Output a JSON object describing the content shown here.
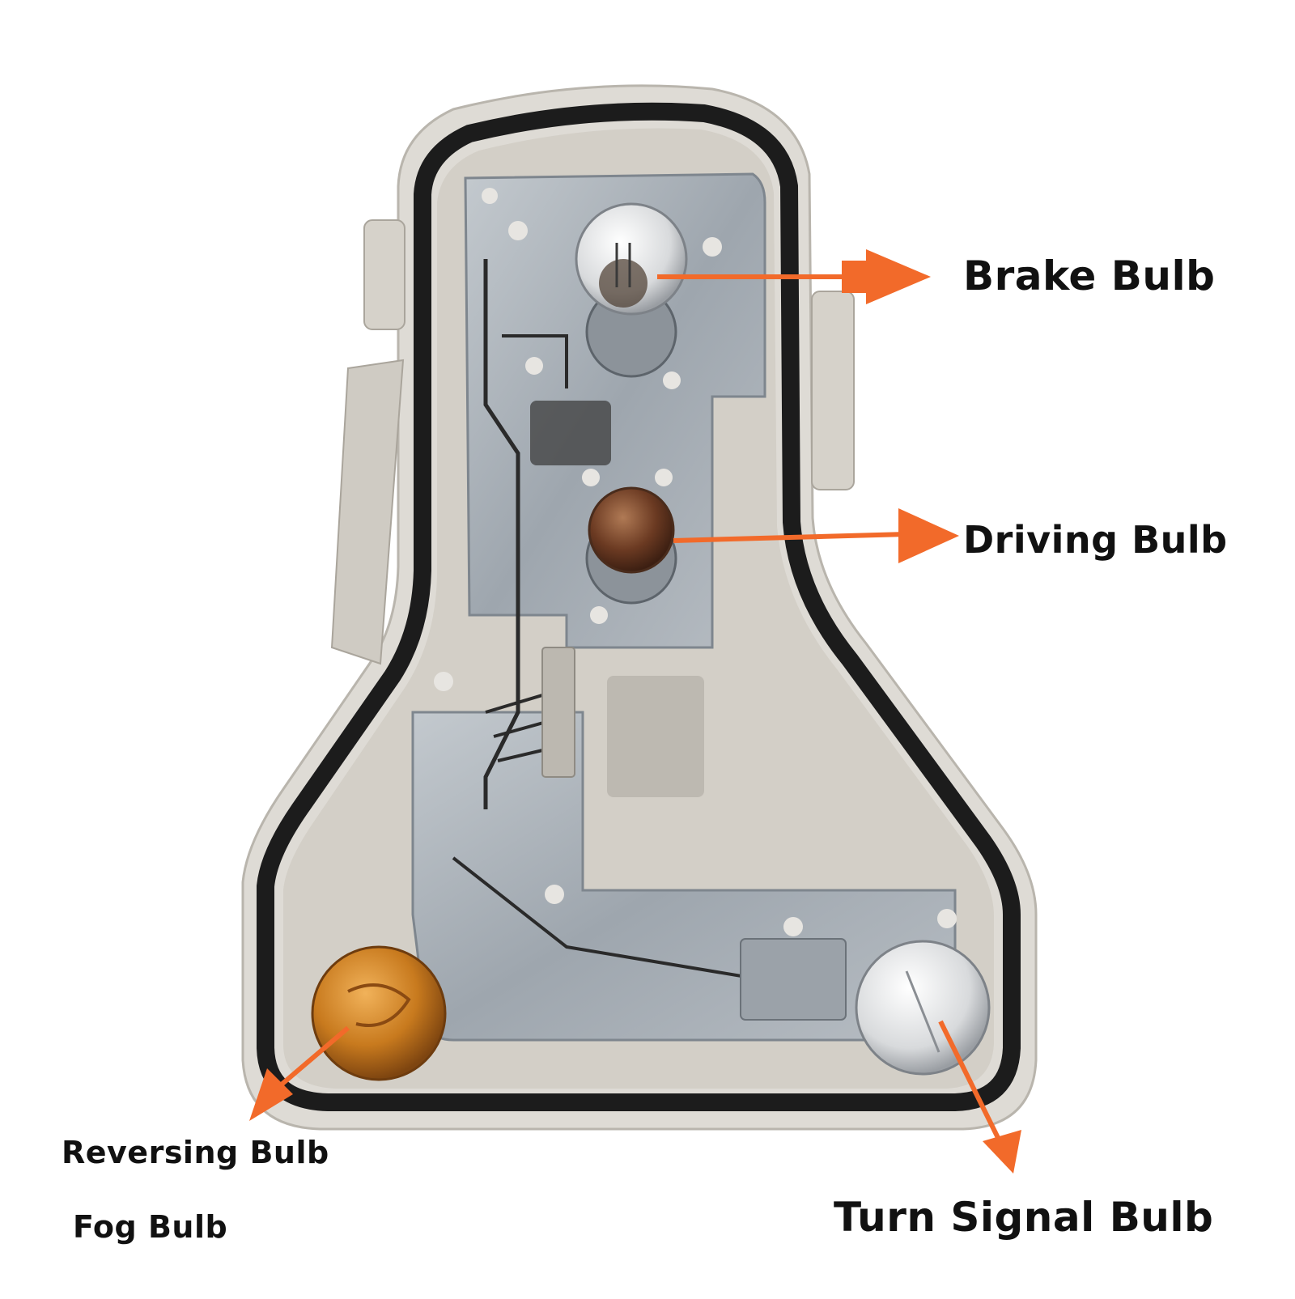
{
  "colors": {
    "background": "#ffffff",
    "housing": "#dedbd5",
    "gasket": "#1c1c1c",
    "inner_tray": "#c9c5be",
    "circuit_plate": "#a8b0b8",
    "bulb_clear": "#e6e8ea",
    "bulb_amber": "#c87a1e",
    "bulb_brown": "#6b3a22",
    "arrow": "#f26a2a",
    "label_text": "#111111"
  },
  "labels": {
    "brake": "Brake Bulb",
    "driving": "Driving Bulb",
    "reversing": "Reversing Bulb",
    "fog": "Fog Bulb",
    "turn_signal": "Turn Signal Bulb"
  }
}
